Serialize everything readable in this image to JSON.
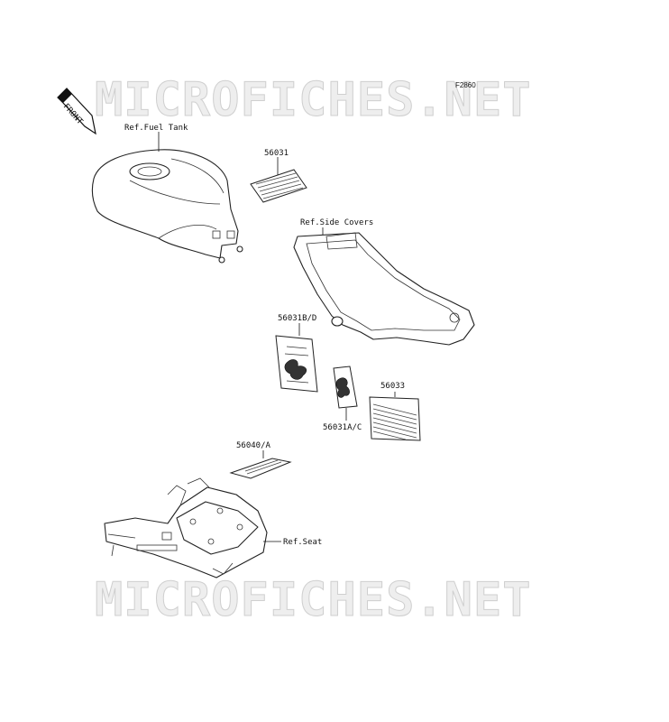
{
  "diagram": {
    "code": "F2860",
    "front_label": "FRONT",
    "watermark": "MICROFICHES.NET",
    "parts": {
      "fuel_tank": "Ref.Fuel Tank",
      "side_covers": "Ref.Side Covers",
      "seat": "Ref.Seat"
    },
    "labels": {
      "p56031": "56031",
      "p56031bd": "56031B/D",
      "p56031ac": "56031A/C",
      "p56033": "56033",
      "p56040a": "56040/A"
    }
  }
}
